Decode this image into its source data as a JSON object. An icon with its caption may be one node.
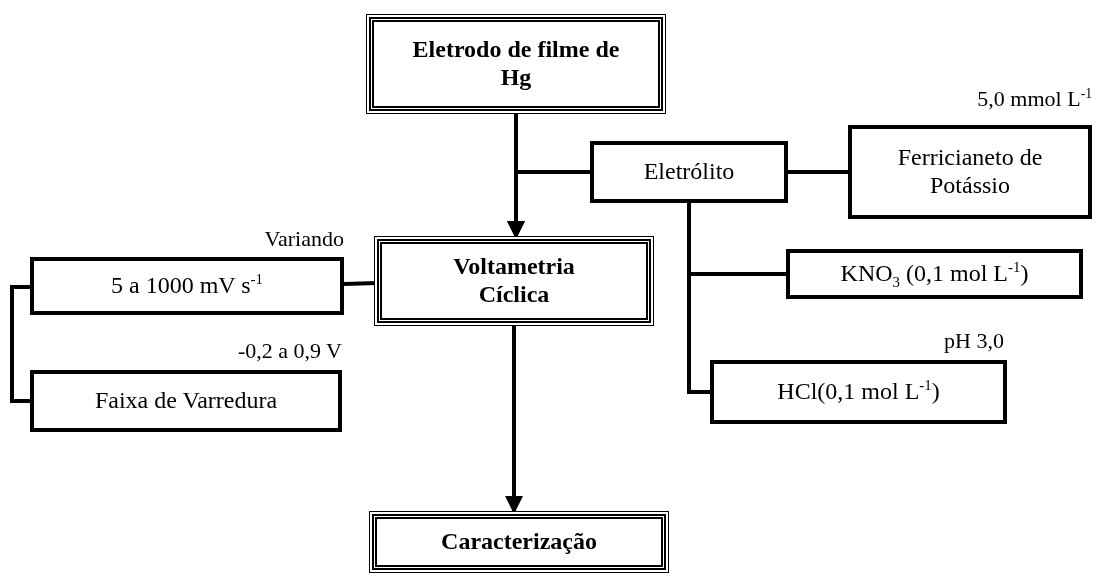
{
  "diagram": {
    "nodes": [
      {
        "text": [
          "Eletrodo de filme de Hg"
        ]
      },
      {
        "text": [
          "Eletrólito"
        ]
      },
      {
        "text": [
          "Ferricianeto de Potássio"
        ],
        "beside": [
          "5,0 mmol L$^{-1}$"
        ]
      },
      {
        "text": [
          "Voltametria Cíclica"
        ]
      },
      {
        "text": [
          "5 a 1000 mV s$^{-1}$"
        ],
        "beside": [
          "Variando"
        ]
      },
      {
        "text": [
          "KNO$_{3}$ (0,1 mol L$^{-1}$)"
        ]
      },
      {
        "text": [
          "Faixa de Varredura"
        ],
        "beside": [
          "-0,2 a 0,9 V"
        ]
      },
      {
        "text": [
          "HCl(0,1 mol L$^{-1}$)"
        ],
        "beside": [
          "pH 3,0"
        ]
      },
      {
        "text": [
          "Caracterização"
        ]
      }
    ],
    "edges": [
      {
        "from": 0,
        "to": 3,
        "arrow": "to"
      },
      {
        "from": 1,
        "to": 3,
        "arrow": "to"
      },
      {
        "from": 1,
        "to": 2,
        "arrow": "none"
      },
      {
        "from": 1,
        "to": 5,
        "arrow": "none"
      },
      {
        "from": 1,
        "to": 7,
        "arrow": "none"
      },
      {
        "from": 3,
        "to": 4,
        "arrow": "none"
      },
      {
        "from": 4,
        "to": 6,
        "arrow": "none"
      },
      {
        "from": 3,
        "to": 8,
        "arrow": "to"
      }
    ]
  }
}
